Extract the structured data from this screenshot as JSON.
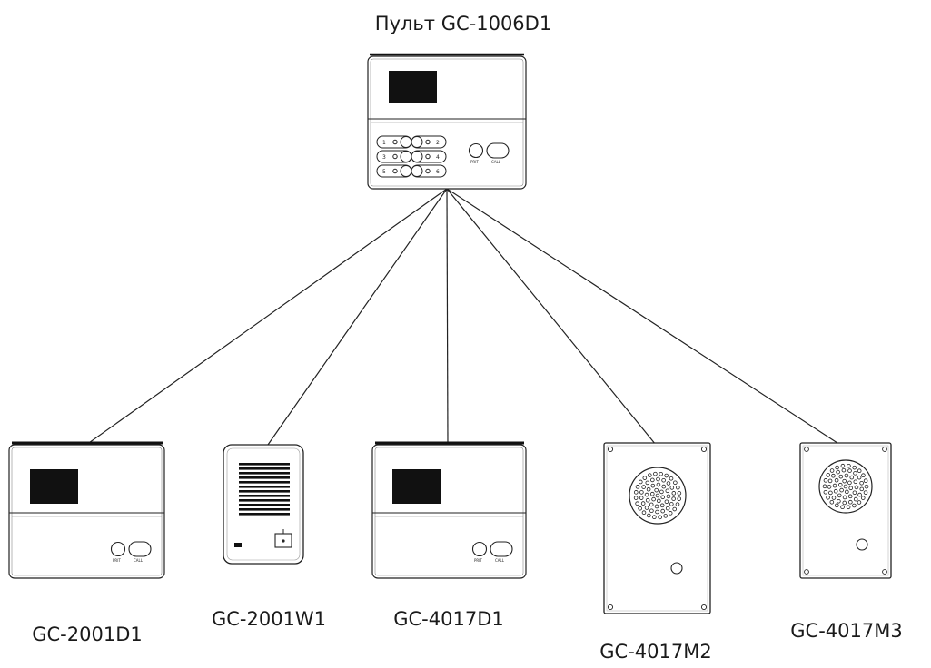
{
  "hub": {
    "label": "Пульт GC-1006D1",
    "keys": [
      "1",
      "2",
      "3",
      "4",
      "5",
      "6"
    ],
    "btn_left": "PRIT",
    "btn_right": "CALL"
  },
  "stations": [
    {
      "id": "gc2001d1",
      "label": "GC-2001D1",
      "type": "desk-panel",
      "btn_left": "PRIT",
      "btn_right": "CALL"
    },
    {
      "id": "gc2001w1",
      "label": "GC-2001W1",
      "type": "wall-panel"
    },
    {
      "id": "gc4017d1",
      "label": "GC-4017D1",
      "type": "desk-panel",
      "btn_left": "PRIT",
      "btn_right": "CALL"
    },
    {
      "id": "gc4017m2",
      "label": "GC-4017M2",
      "type": "speaker-panel-large"
    },
    {
      "id": "gc4017m3",
      "label": "GC-4017M3",
      "type": "speaker-panel-small"
    }
  ],
  "colors": {
    "line": "#222222",
    "grille": "#111111",
    "background": "#ffffff"
  },
  "connections": [
    "gc2001d1",
    "gc2001w1",
    "gc4017d1",
    "gc4017m2",
    "gc4017m3"
  ]
}
